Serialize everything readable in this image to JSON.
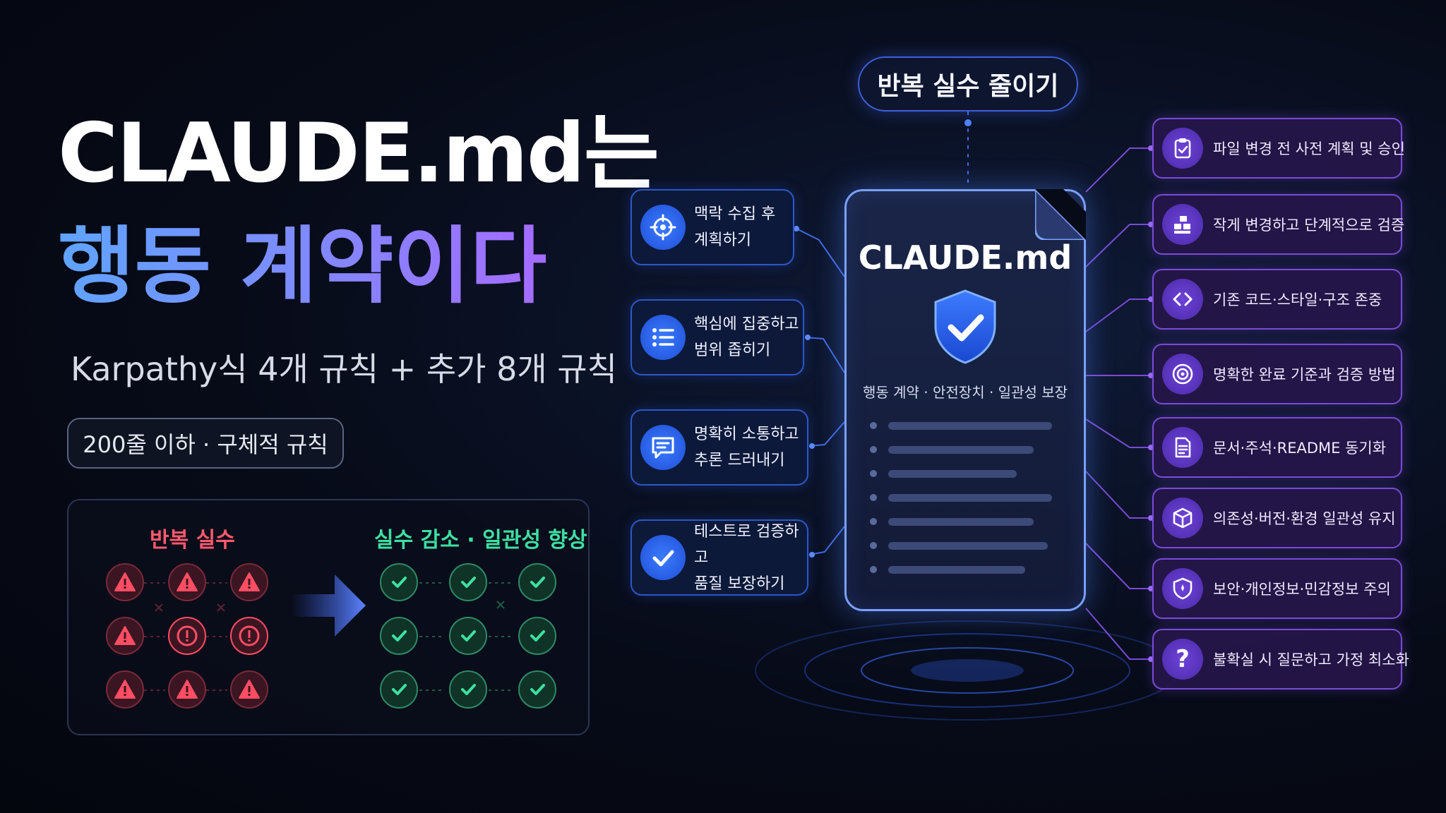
{
  "headline": {
    "line1": "CLAUDE.md는",
    "line2": "행동 계약이다",
    "subtitle": "Karpathy식 4개 규칙 + 추가 8개 규칙",
    "pill": "200줄 이하 · 구체적 규칙"
  },
  "comparison": {
    "before_label": "반복 실수",
    "after_label": "실수 감소 · 일관성 향상",
    "before_grid": [
      "warning",
      "warning",
      "warning",
      "warning",
      "exclamation",
      "exclamation",
      "warning",
      "warning",
      "warning"
    ],
    "after_grid": [
      "check",
      "check",
      "check",
      "check",
      "check",
      "check",
      "check",
      "check",
      "check"
    ]
  },
  "center": {
    "top_label": "반복 실수 줄이기",
    "doc_title": "CLAUDE.md",
    "doc_caption": "행동 계약 · 안전장치 · 일관성 보장",
    "doc_icon": "shield-check-icon"
  },
  "left_rules": [
    {
      "icon": "crosshair-icon",
      "label": "맥락 수집 후\n계획하기"
    },
    {
      "icon": "list-icon",
      "label": "핵심에 집중하고\n범위 좁히기"
    },
    {
      "icon": "chat-icon",
      "label": "명확히 소통하고\n추론 드러내기"
    },
    {
      "icon": "check-icon",
      "label": "테스트로 검증하고\n품질 보장하기"
    }
  ],
  "right_rules": [
    {
      "icon": "clipboard-check-icon",
      "label": "파일 변경 전 사전 계획 및 승인"
    },
    {
      "icon": "blocks-icon",
      "label": "작게 변경하고 단계적으로 검증"
    },
    {
      "icon": "code-icon",
      "label": "기존 코드·스타일·구조 존중"
    },
    {
      "icon": "target-icon",
      "label": "명확한 완료 기준과 검증 방법"
    },
    {
      "icon": "document-icon",
      "label": "문서·주석·README 동기화"
    },
    {
      "icon": "cube-icon",
      "label": "의존성·버전·환경 일관성 유지"
    },
    {
      "icon": "shield-icon",
      "label": "보안·개인정보·민감정보 주의"
    },
    {
      "icon": "question-icon",
      "label": "불확실 시 질문하고 가정 최소화"
    }
  ],
  "colors": {
    "blue_accent": "#3b7bff",
    "purple_accent": "#7a4bd6",
    "error_red": "#ff5a6e",
    "success_green": "#3ee0a2"
  }
}
